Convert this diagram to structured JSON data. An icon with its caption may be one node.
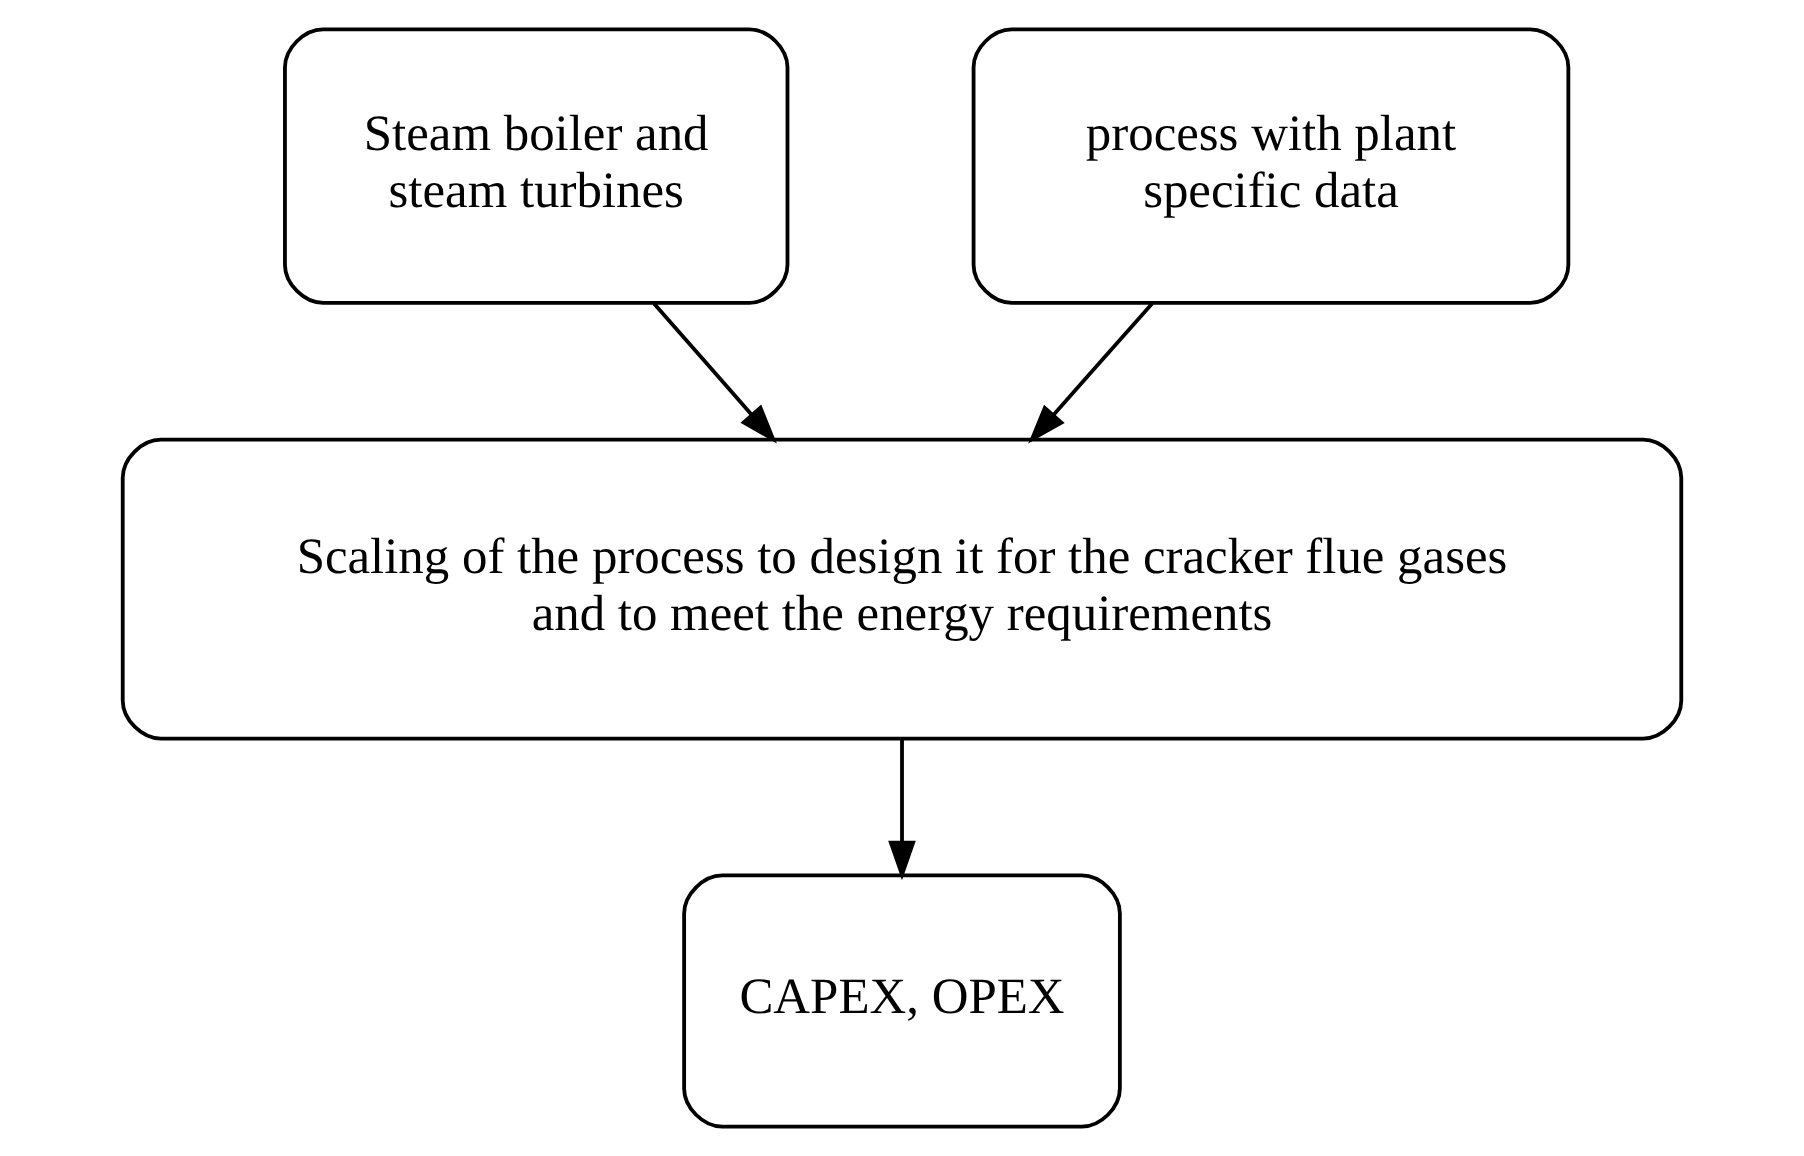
{
  "diagram": {
    "nodes": [
      {
        "text": [
          "Steam boiler and steam turbines"
        ]
      },
      {
        "text": [
          "process with plant specific data"
        ]
      },
      {
        "text": [
          "Scaling of the process to design it for the cracker flue gases and to meet the energy requirements"
        ]
      },
      {
        "text": [
          "CAPEX, OPEX"
        ]
      }
    ],
    "edges": [
      {
        "from": 0,
        "to": 2,
        "arrow": "to"
      },
      {
        "from": 1,
        "to": 2,
        "arrow": "to"
      },
      {
        "from": 2,
        "to": 3,
        "arrow": "to"
      }
    ]
  }
}
